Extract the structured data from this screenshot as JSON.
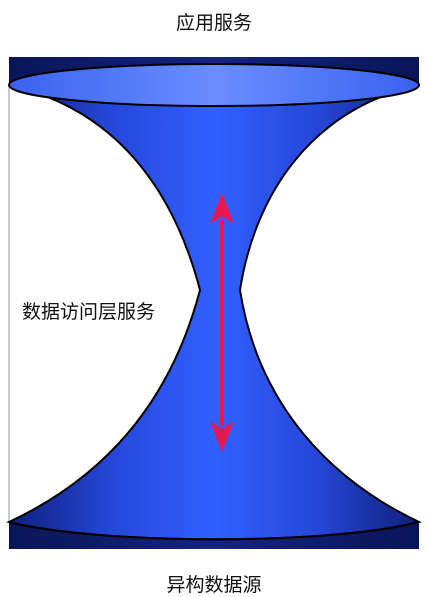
{
  "diagram": {
    "top_label": "应用服务",
    "middle_label": "数据访问层服务",
    "bottom_label": "异构数据源"
  },
  "colors": {
    "background_dark": "#0b1766",
    "fill_center": "#2e5cff",
    "fill_edge": "#17308f",
    "top_rim": "#5f86ff",
    "outline": "#000000",
    "arrow": "#e8174f"
  },
  "icons": {
    "arrow": "double-headed-arrow"
  }
}
